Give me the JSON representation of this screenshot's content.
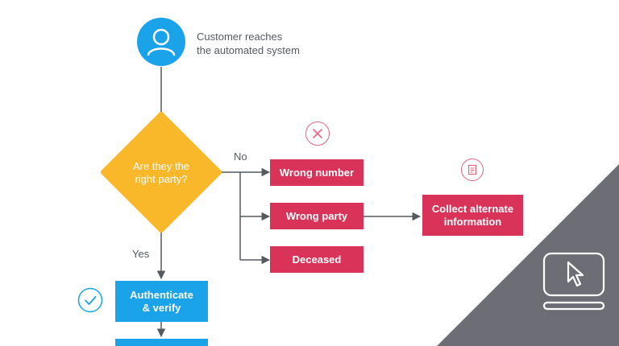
{
  "diagram": {
    "start": {
      "icon": "user-icon",
      "caption_line1": "Customer reaches",
      "caption_line2": "the automated system"
    },
    "decision": {
      "line1": "Are they the",
      "line2": "right party?"
    },
    "edges": {
      "no": "No",
      "yes": "Yes"
    },
    "outcomes": {
      "wrong_number": "Wrong number",
      "wrong_party": "Wrong party",
      "deceased": "Deceased"
    },
    "collect": {
      "line1": "Collect alternate",
      "line2": "information"
    },
    "authenticate": {
      "line1": "Authenticate",
      "line2": "& verify"
    },
    "icons": {
      "error": "x-circle-icon",
      "collect": "form-icon",
      "success": "check-circle-icon",
      "corner": "cursor-on-screen-icon"
    }
  },
  "colors": {
    "blue": "#1aa3e8",
    "amber": "#f9b82a",
    "red": "#d9335a",
    "line": "#555a60",
    "corner": "#6d6e75"
  }
}
